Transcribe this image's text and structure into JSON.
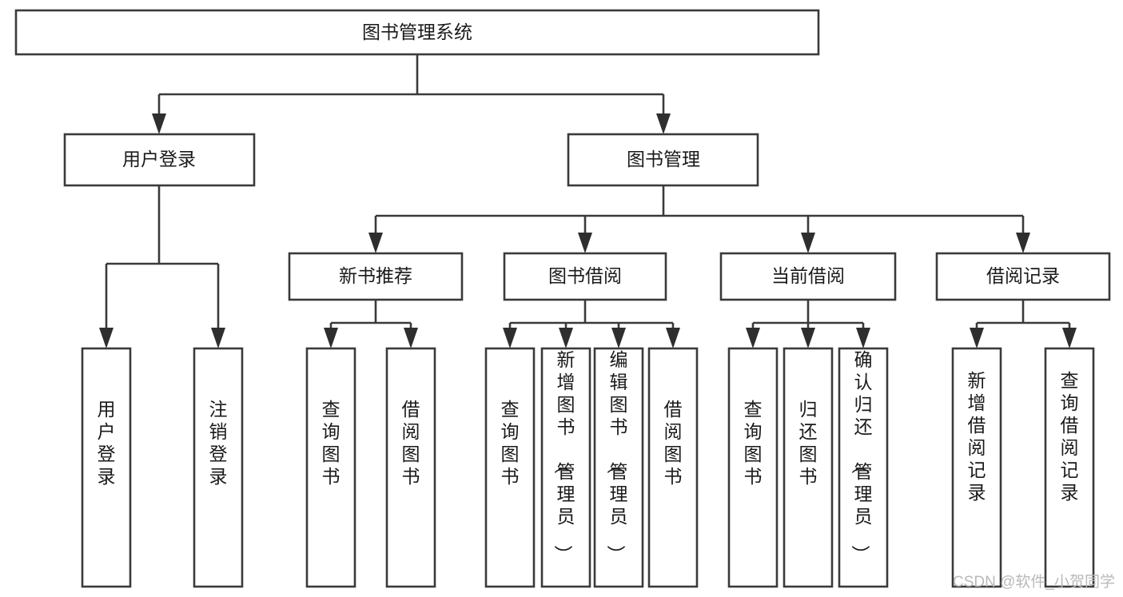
{
  "diagram": {
    "type": "tree",
    "title": "图书管理系统",
    "orientation": "top-down",
    "root": {
      "label": "图书管理系统"
    },
    "level2": [
      {
        "label": "用户登录"
      },
      {
        "label": "图书管理"
      }
    ],
    "level3": [
      {
        "label": "新书推荐"
      },
      {
        "label": "图书借阅"
      },
      {
        "label": "当前借阅"
      },
      {
        "label": "借阅记录"
      }
    ],
    "leaves": {
      "user_login": [
        {
          "label": "用户登录"
        },
        {
          "label": "注销登录"
        }
      ],
      "new_book_recommend": [
        {
          "label": "查询图书"
        },
        {
          "label": "借阅图书"
        }
      ],
      "book_borrow": [
        {
          "label": "查询图书"
        },
        {
          "label": "新增图书（管理员）"
        },
        {
          "label": "编辑图书（管理员）"
        },
        {
          "label": "借阅图书"
        }
      ],
      "current_borrow": [
        {
          "label": "查询图书"
        },
        {
          "label": "归还图书"
        },
        {
          "label": "确认归还（管理员）"
        }
      ],
      "borrow_record": [
        {
          "label": "新增借阅记录"
        },
        {
          "label": "查询借阅记录"
        }
      ]
    }
  },
  "watermark": {
    "text": "CSDN @软件_小贺同学"
  },
  "colors": {
    "stroke": "#3a3a3a",
    "fill": "#ffffff",
    "text": "#1a1a1a",
    "watermark": "#b9b9b9"
  }
}
